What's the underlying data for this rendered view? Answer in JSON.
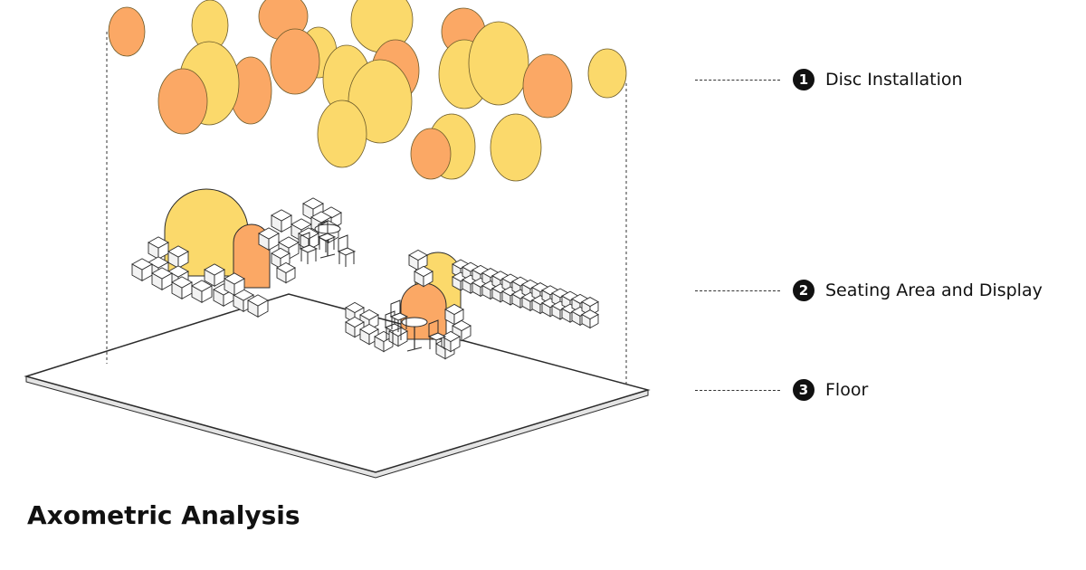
{
  "title": "Axometric Analysis",
  "legend": [
    {
      "number": "1",
      "label": "Disc Installation"
    },
    {
      "number": "2",
      "label": "Seating Area and Display"
    },
    {
      "number": "3",
      "label": "Floor"
    }
  ],
  "colors": {
    "disc_yellow": "#fbd96b",
    "disc_orange": "#fba865",
    "outline": "#2b2b2b",
    "floor": "#ffffff"
  }
}
